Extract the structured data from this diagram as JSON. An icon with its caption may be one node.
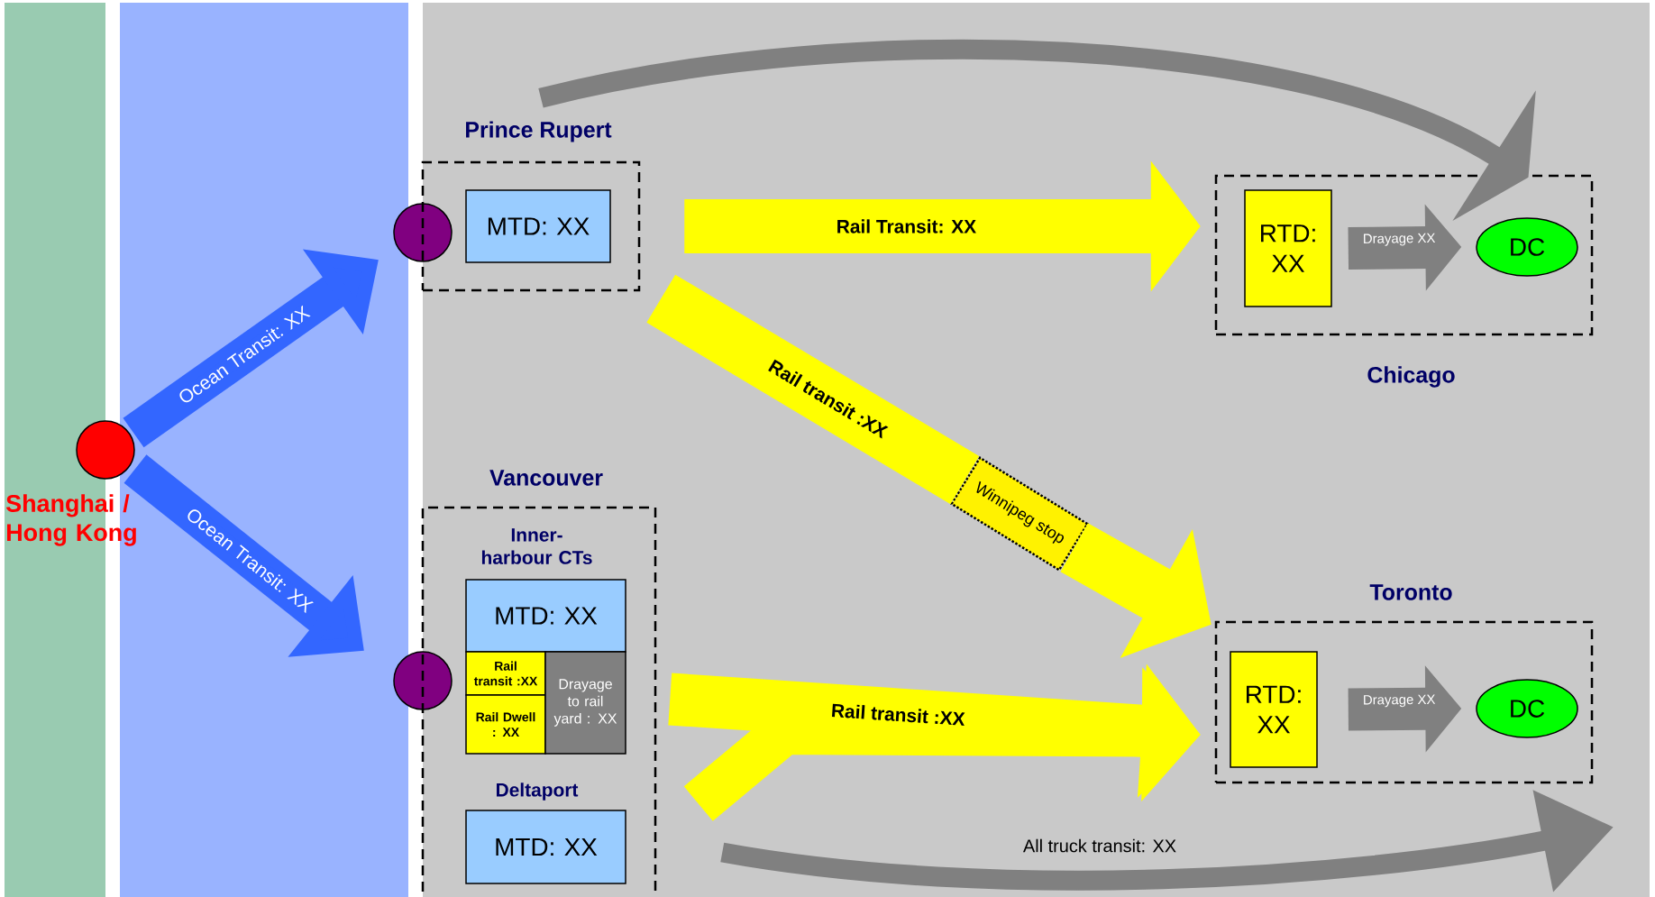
{
  "diagram": {
    "nodes": [
      {
        "text": [
          "Shanghai / Hong Kong"
        ]
      },
      {
        "text": [],
        "shape": "circle"
      },
      {
        "text": [
          "Prince Rupert"
        ]
      },
      {
        "text": [
          "MTD: XX"
        ],
        "in": 2
      },
      {
        "text": [
          "Chicago"
        ]
      },
      {
        "text": [
          "RTD: XX"
        ],
        "in": 4
      },
      {
        "text": [
          "DC"
        ],
        "in": 4
      },
      {
        "text": [],
        "shape": "circle"
      },
      {
        "text": [
          "Vancouver"
        ]
      },
      {
        "text": [
          "Inner-harbour CTs",
          "MTD: XX"
        ],
        "in": 8
      },
      {
        "text": [
          "Rail transit :XX"
        ],
        "in": 8
      },
      {
        "text": [
          "Rail Dwell : XX"
        ],
        "in": 8
      },
      {
        "text": [
          "Drayage to rail yard : XX"
        ],
        "in": 8
      },
      {
        "text": [
          "Deltaport",
          "MTD: XX"
        ],
        "in": 8
      },
      {
        "text": [
          "Winnipeg stop"
        ]
      },
      {
        "text": [
          "Toronto"
        ]
      },
      {
        "text": [
          "RTD: XX"
        ],
        "in": 15
      },
      {
        "text": [
          "DC"
        ],
        "in": 15
      }
    ],
    "edges": [
      {
        "from": 0,
        "to": 1,
        "arrow": "to",
        "label": "Ocean Transit: XX",
        "color": "#3366ff"
      },
      {
        "from": 0,
        "to": 7,
        "arrow": "to",
        "label": "Ocean Transit: XX",
        "color": "#3366ff"
      },
      {
        "from": 2,
        "to": 4,
        "arrow": "to",
        "label": "Rail Transit: XX",
        "color": "#ffff00"
      },
      {
        "from": 2,
        "to": 14,
        "arrow": "none",
        "label": "Rail transit :XX",
        "color": "#ffff00"
      },
      {
        "from": 14,
        "to": 15,
        "arrow": "to",
        "color": "#ffff00"
      },
      {
        "from": 8,
        "to": 15,
        "arrow": "to",
        "label": "Rail transit :XX",
        "color": "#ffff00"
      },
      {
        "from": 13,
        "to": 15,
        "arrow": "to",
        "color": "#ffff00"
      },
      {
        "from": 5,
        "to": 6,
        "arrow": "to",
        "label": "Drayage XX",
        "color": "#808080"
      },
      {
        "from": 16,
        "to": 17,
        "arrow": "to",
        "label": "Drayage XX",
        "color": "#808080"
      },
      {
        "from": 2,
        "to": 4,
        "arrow": "to",
        "color": "#808080"
      },
      {
        "from": 8,
        "to": 15,
        "arrow": "to",
        "label": "All truck transit: XX",
        "color": "#808080"
      }
    ]
  }
}
